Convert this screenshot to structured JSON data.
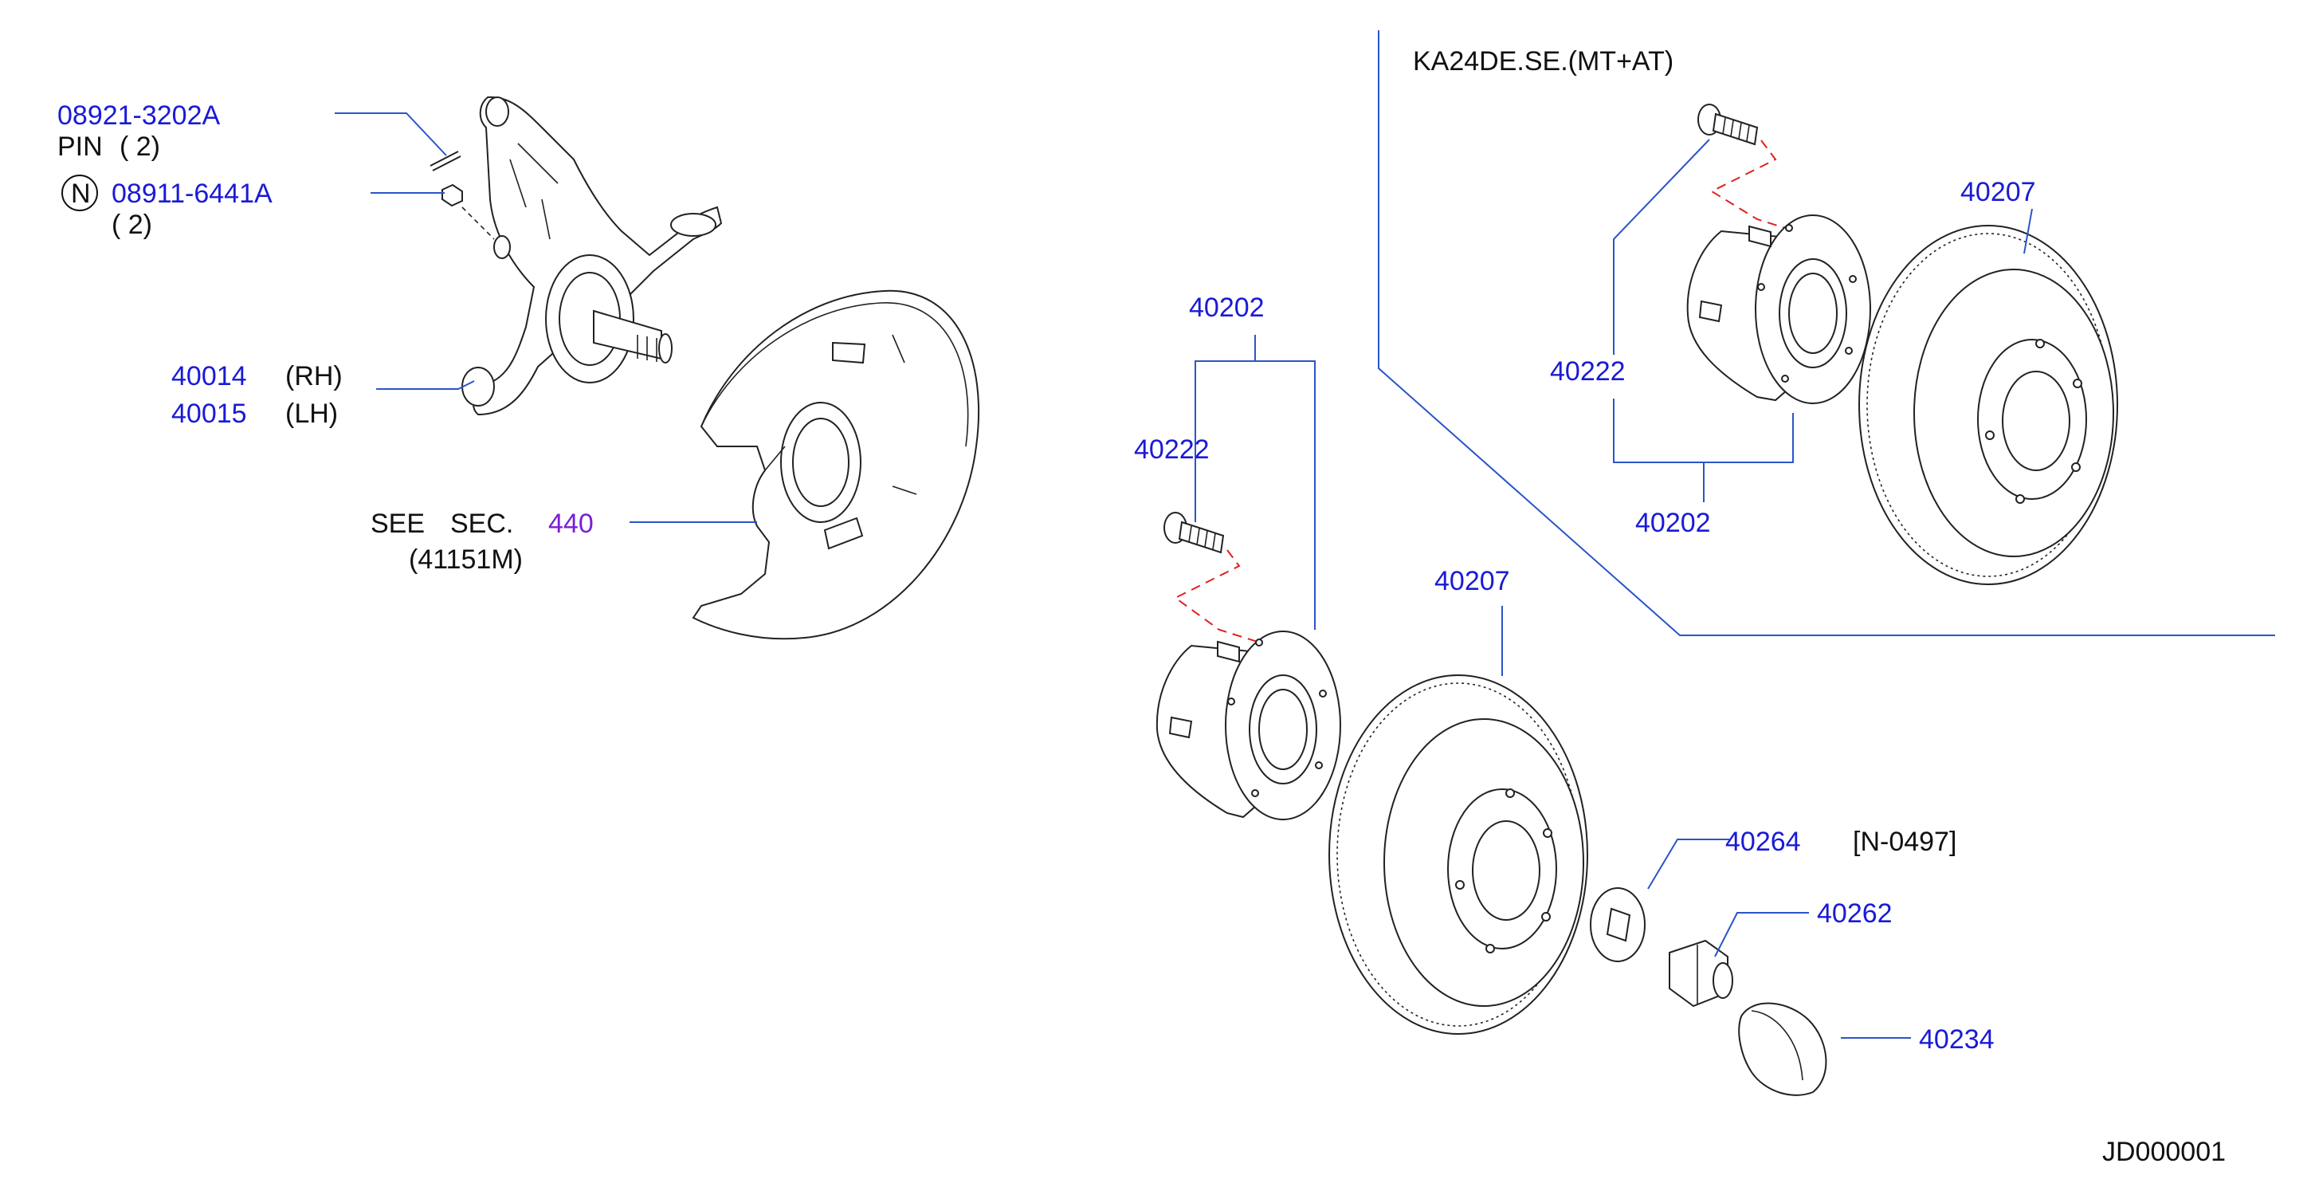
{
  "labels": {
    "variant": "KA24DE.SE.(MT+AT)",
    "p08921": "08921-3202A",
    "pin": "PIN",
    "pin_qty": "( 2)",
    "n_marker": "N",
    "p08911": "08911-6441A",
    "p08911_qty": "( 2)",
    "p40014": "40014",
    "rh": "(RH)",
    "p40015": "40015",
    "lh": "(LH)",
    "see": "SEE",
    "sec": "SEC.",
    "sec_num": "440",
    "sec_ref": "(41151M)",
    "p40202_left": "40202",
    "p40222_left": "40222",
    "p40207_left": "40207",
    "p40264": "40264",
    "n0497": "[N-0497]",
    "p40262": "40262",
    "p40234": "40234",
    "p40207_right": "40207",
    "p40222_right": "40222",
    "p40202_right": "40202",
    "figure_id": "JD000001"
  },
  "colors": {
    "part_number": "#1a1ad6",
    "leader_line": "#2a55c8",
    "section_ref": "#7a1fd6",
    "dashed_guide": "#e02020"
  }
}
